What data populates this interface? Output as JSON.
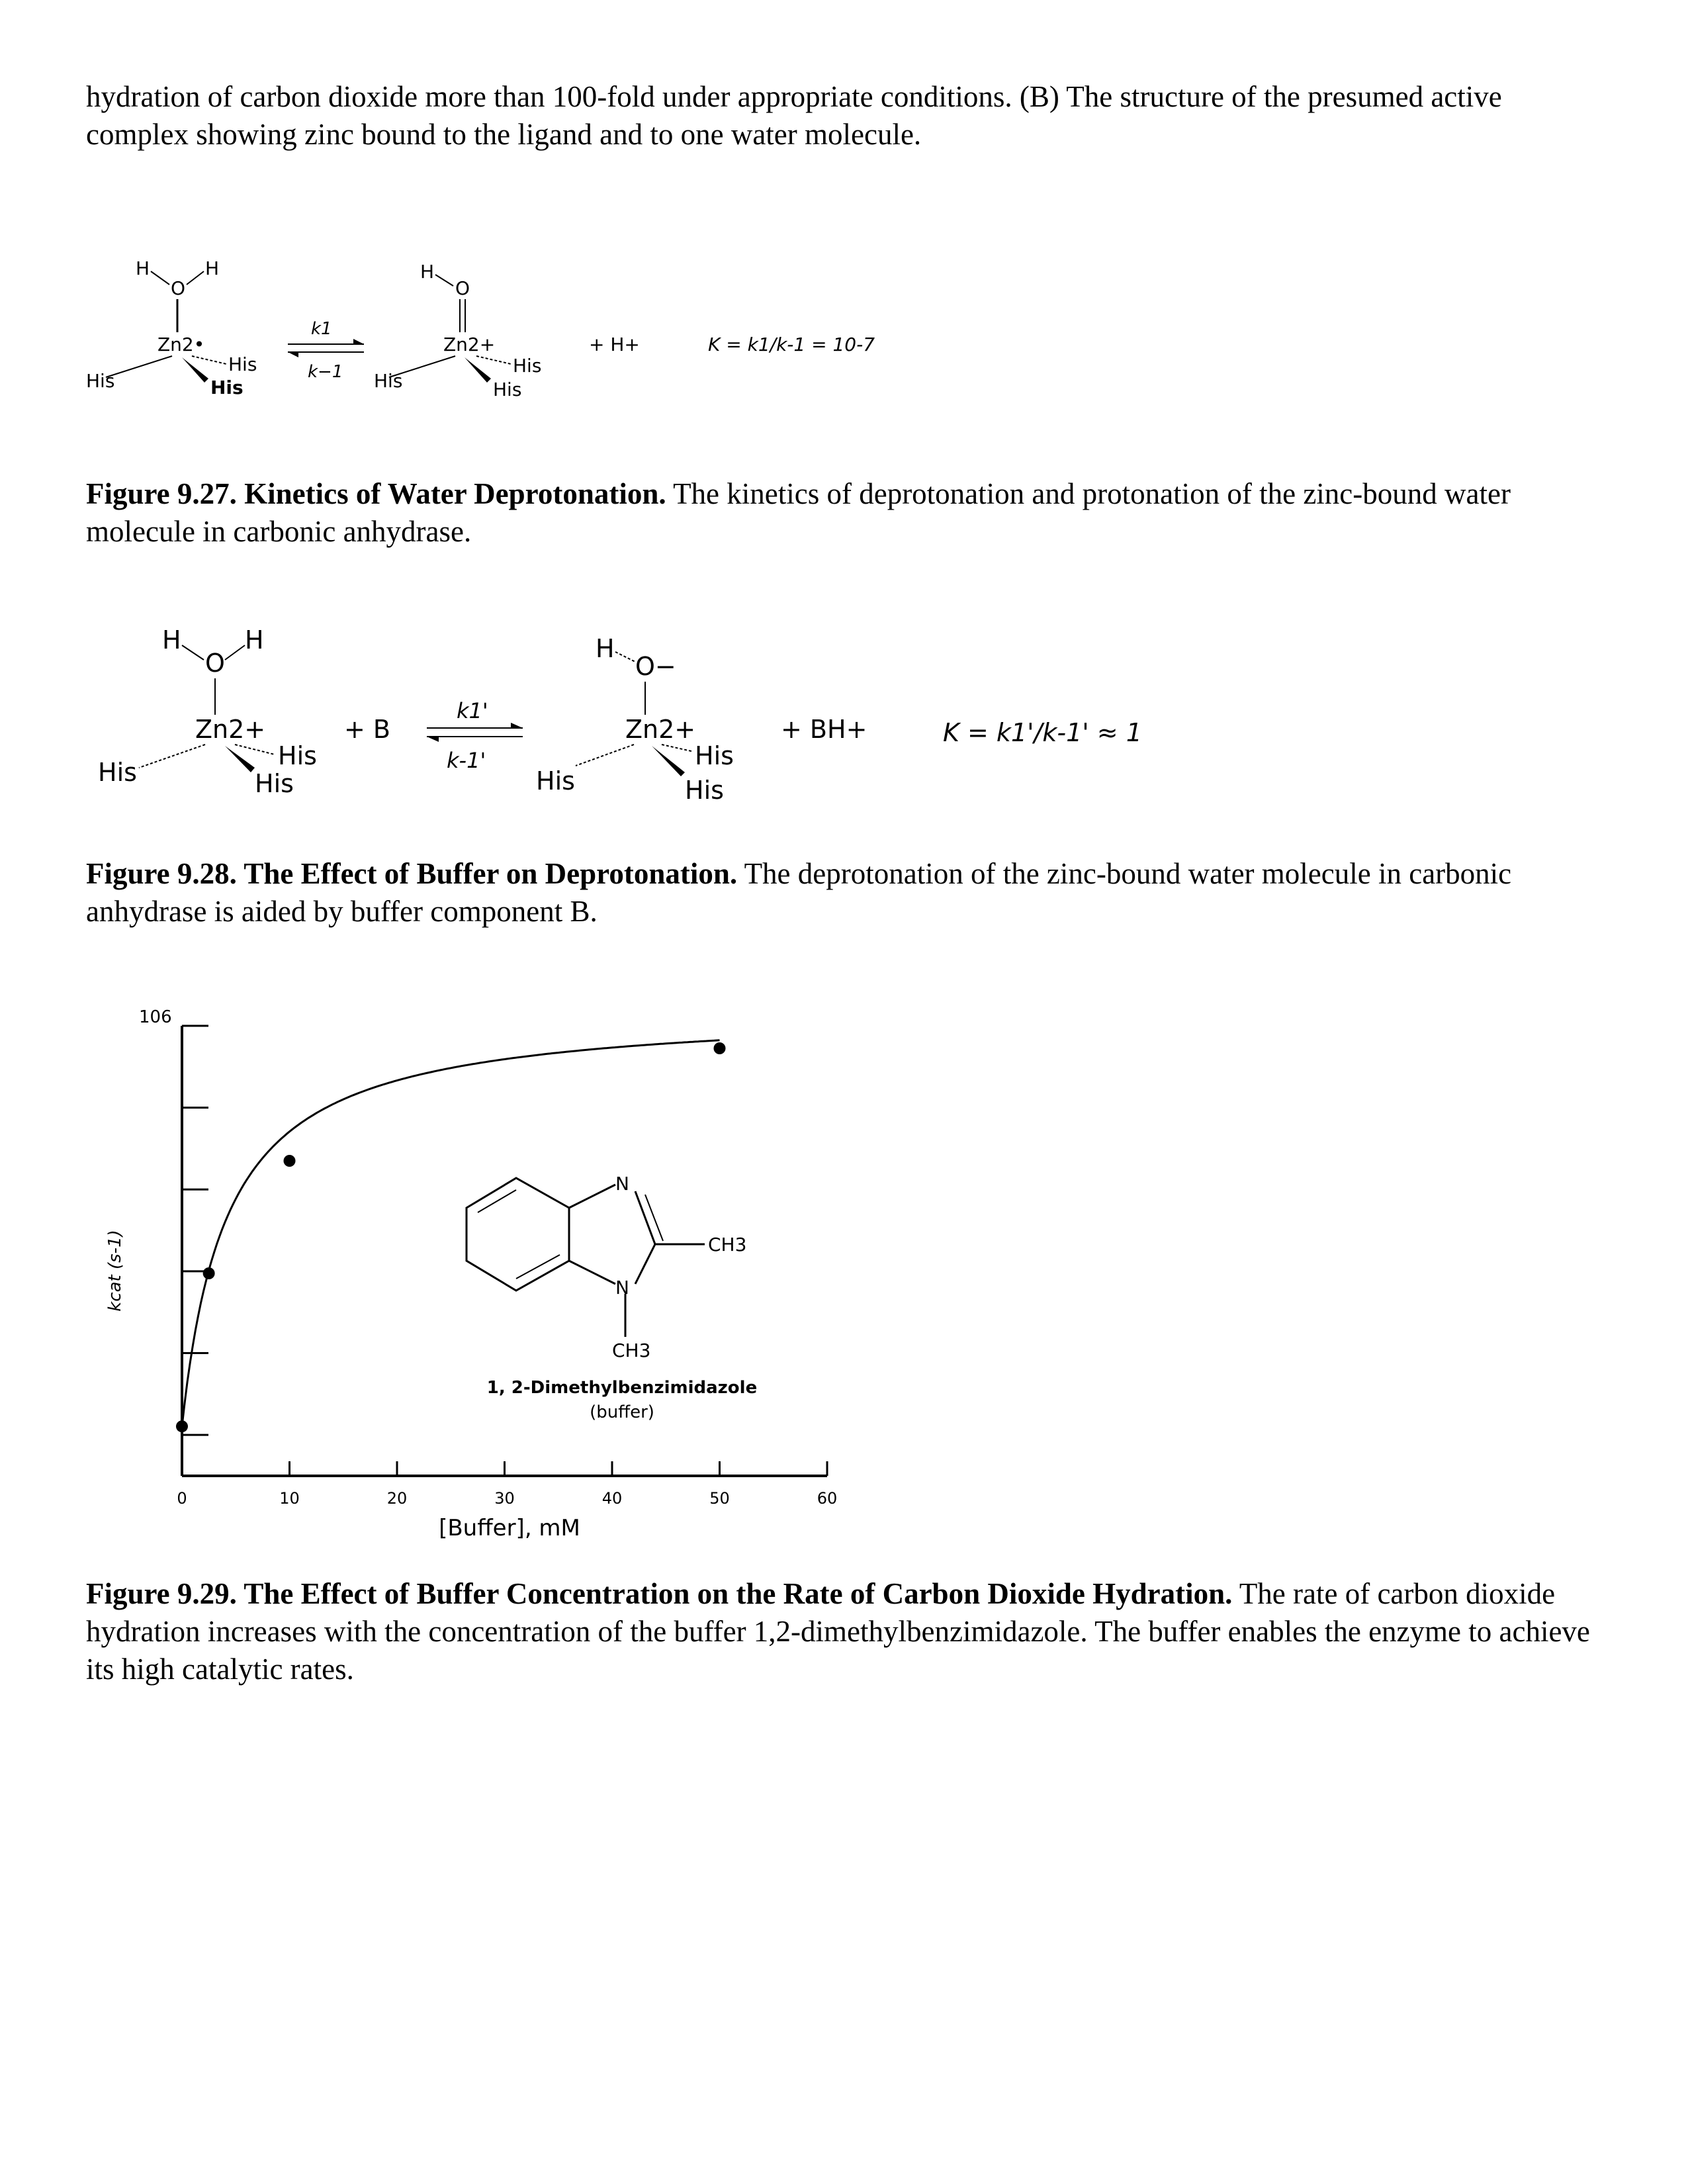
{
  "intro_text": "hydration of carbon dioxide more than 100-fold under appropriate conditions. (B) The structure of the presumed active complex showing zinc bound to the ligand and to one water molecule.",
  "fig27": {
    "title": "Figure 9.27. Kinetics of Water Deprotonation.",
    "body": "The kinetics of deprotonation and protonation of the zinc-bound water molecule in carbonic anhydrase.",
    "scheme": {
      "left": {
        "h1": "H",
        "o": "O",
        "h2": "H",
        "zn": "Zn2•",
        "his_a": "His",
        "his_b": "His",
        "his_c": "His"
      },
      "k_fwd": "k1",
      "k_rev": "k−1",
      "right": {
        "h": "H",
        "o": "O",
        "zn": "Zn2+",
        "his_a": "His",
        "his_b": "His",
        "his_c": "His"
      },
      "plus": "+ H+",
      "equation": "K = k1/k-1 = 10-7"
    }
  },
  "fig28": {
    "title": "Figure 9.28. The Effect of Buffer on Deprotonation.",
    "body": "The deprotonation of the zinc-bound water molecule in carbonic anhydrase is aided by buffer component B.",
    "scheme": {
      "left": {
        "h1": "H",
        "o": "O",
        "h2": "H",
        "zn": "Zn2+",
        "his_a": "His",
        "his_b": "His",
        "his_c": "His"
      },
      "plus_b": "+ B",
      "k_fwd": "k1'",
      "k_rev": "k-1'",
      "right": {
        "h": "H",
        "o": "O−",
        "zn": "Zn2+",
        "his_a": "His",
        "his_b": "His",
        "his_c": "His"
      },
      "plus_bh": "+ BH+",
      "equation": "K = k1'/k-1' ≈ 1"
    }
  },
  "fig29": {
    "title": "Figure 9.29. The Effect of Buffer Concentration on the Rate of Carbon Dioxide Hydration.",
    "body": "The rate of carbon dioxide hydration increases with the concentration of the buffer 1,2-dimethylbenzimidazole. The buffer enables the enzyme to achieve its high catalytic rates.",
    "molecule": {
      "n_top": "N",
      "n_bottom": "N",
      "ch3_right": "CH3",
      "ch3_bottom": "CH3",
      "name": "1, 2-Dimethylbenzimidazole",
      "note": "(buffer)"
    }
  },
  "chart_data": {
    "type": "scatter",
    "xlabel": "[Buffer], mM",
    "ylabel": "kcat (s-1)",
    "x_ticks": [
      "0",
      "10",
      "20",
      "30",
      "40",
      "50",
      "60"
    ],
    "y_top_label": "106",
    "xlim": [
      0,
      60
    ],
    "ylim": [
      0,
      1000000
    ],
    "series": [
      {
        "x": [
          0,
          2.5,
          10,
          50
        ],
        "y": [
          110000,
          450000,
          700000,
          950000
        ]
      }
    ],
    "curve_color": "#000000"
  }
}
